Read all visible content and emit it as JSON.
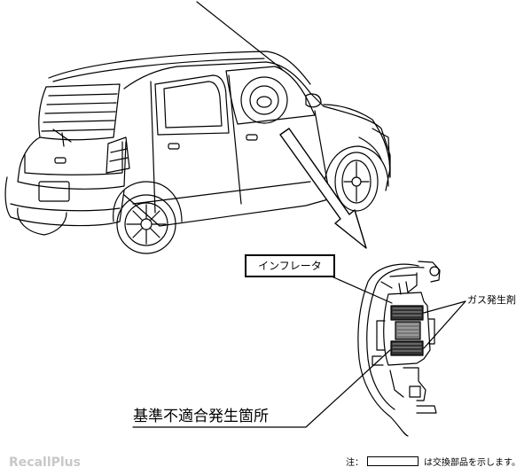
{
  "labels": {
    "inflator": "インフレータ",
    "gas_generant": "ガス発生剤",
    "defect_location": "基準不適合発生箇所"
  },
  "legend": {
    "note_prefix": "注：",
    "note_suffix": "は交換部品を示します。"
  },
  "watermark": {
    "text": "RecallPlus"
  }
}
